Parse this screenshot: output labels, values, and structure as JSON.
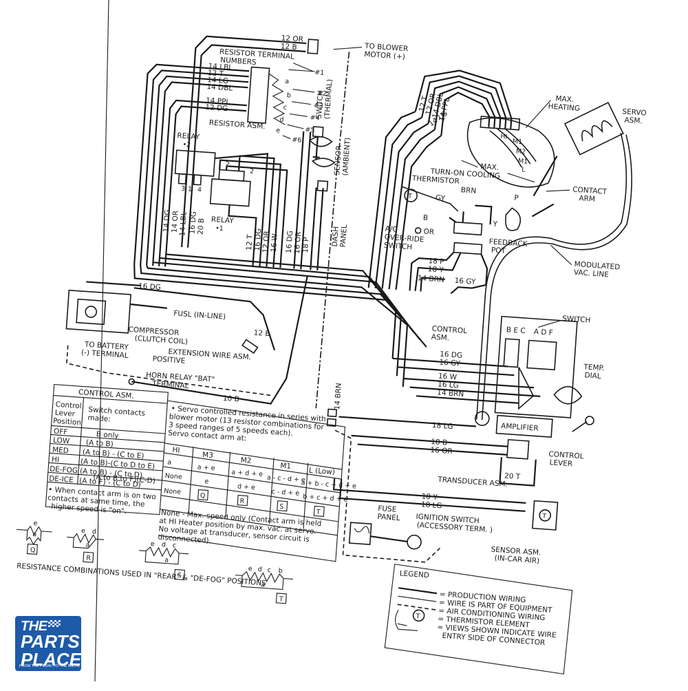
{
  "colors": {
    "paper": "#ffffff",
    "ink": "#1a1a1a",
    "logo_bg": "#1d5aa8",
    "logo_text": "#ffffff"
  },
  "top_wires": {
    "w12or": "12 OR",
    "w12b": "12 B",
    "blower": "TO BLOWER",
    "blower2": "MOTOR (+)",
    "resnum1": "RESISTOR TERMINAL",
    "resnum2": "NUMBERS"
  },
  "resistor_wires": [
    "14 LBL",
    "12 T",
    "14 LG",
    "14 DBL",
    "14 PPL",
    "12 DG"
  ],
  "resistor_terms": [
    "#1",
    "#2",
    "#3",
    "#4",
    "#5",
    "#6"
  ],
  "resistor_letters": [
    "a",
    "b",
    "c",
    "d",
    "e"
  ],
  "labels": {
    "resistor_asm": "RESISTOR ASM.",
    "relay": "RELAY",
    "relay_2": "•2",
    "relay_1a": "RELAY",
    "relay_1b": "•1",
    "switch_thermal": "SWITCH",
    "switch_thermal2": "(THERMAL)",
    "sensor_ambient": "SENSOR",
    "sensor_ambient2": "(AMBIENT)",
    "dash": "DASH",
    "panel": "PANEL",
    "num_1": "1",
    "num_2": "2",
    "num_3": "3",
    "num_4": "4",
    "num_5": "5",
    "servo_wires": [
      "12 T",
      "12 OR",
      "14 DBL",
      "14 PPL",
      "14 LG"
    ],
    "max_heating": "MAX.",
    "max_heating2": "HEATING",
    "servo": "SERVO",
    "servo2": "ASM.",
    "hi": "HI",
    "m1": "M1",
    "m2": "M2",
    "m1b": "M1",
    "lo": "L",
    "max_cooling": "MAX.",
    "turn_on": "TURN-ON COOLING",
    "thermistor": "THERMISTOR",
    "contact": "CONTACT",
    "contact2": "ARM",
    "brn": "BRN",
    "gy": "GY",
    "p": "P",
    "b": "B",
    "y": "Y",
    "or": "OR",
    "t_mark": "T",
    "ac": "A/C",
    "override": "OVER-RIDE",
    "switch_word": "SWITCH",
    "feedback": "FEEDBACK",
    "pot": "POT",
    "modulated": "MODULATED",
    "vac_line": "VAC. LINE",
    "w18p": "18 P",
    "w18y": "18 Y",
    "w14brn": "14 BRN",
    "w16gy": "16 GY",
    "switch_r": "SWITCH",
    "bec": "B E C",
    "adf": "A D F",
    "control_asm": "CONTROL",
    "control_asm2": "ASM.",
    "temp": "TEMP.",
    "dial": "DIAL",
    "w16dg_r": "16 DG",
    "w16gy_r": "16 GY",
    "w16w": "16 W",
    "w16lg": "16 LG",
    "w14brn_r": "14 BRN",
    "w18lg": "18 LG",
    "amplifier": "AMPLIFIER",
    "w18b": "18 B",
    "w16or": "16 OR",
    "control_lever": "CONTROL",
    "control_lever2": "LEVER",
    "w20t": "20 T",
    "transducer": "TRANSDUCER ASM.",
    "w18y_b": "18 Y",
    "w18lg_b": "18 LG",
    "fuse": "FUSE",
    "fuse2": "PANEL",
    "ignition": "IGNITION SWITCH",
    "ignition2": "(ACCESSORY TERM. )",
    "sensor_car": "SENSOR ASM.",
    "sensor_car2": "(IN-CAR AIR)",
    "w16dg_l": "16 DG",
    "fusl": "FUSL (IN-LINE)",
    "w12b_l": "12 B",
    "compressor": "COMPRESSOR",
    "compressor2": "(CLUTCH COIL)",
    "battery": "TO BATTERY",
    "battery2": "(-) TERMINAL",
    "ext": "EXTENSION WIRE ASM.",
    "ext2": "POSITIVE",
    "horn": "HORN RELAY \"BAT\"",
    "horn2": "TERMINAL",
    "w10b": "10 B",
    "w14brn_v": "14 BRN",
    "w14dg": "14 DG",
    "w14or": "14 OR",
    "w14lbl": "14 LBL",
    "w16dg": "16 DG",
    "w20b": "20 B",
    "w12t": "12 T",
    "w16dg2": "16 DG",
    "w12or2": "12 OR",
    "w16w2": "16 W",
    "w16dg3": "16 DG",
    "w16or3": "16 OR",
    "w18p3": "18 P"
  },
  "table": {
    "title": "CONTROL ASM.",
    "col1": [
      "Control",
      "Lever",
      "Position"
    ],
    "col2": [
      "Switch contacts",
      "made:"
    ],
    "rows": [
      {
        "pos": "OFF",
        "contacts": "B only"
      },
      {
        "pos": "LOW",
        "contacts": "(A to B)"
      },
      {
        "pos": "MED",
        "contacts": "(A to B) - (C to E)"
      },
      {
        "pos": "HI",
        "contacts": "(A to B)-(C to D to E)"
      },
      {
        "pos": "DE-FOG",
        "contacts": "(A to B) - (C to D)"
      },
      {
        "pos": "DE-ICE",
        "contacts": "(A to F) - (C to D)"
      }
    ],
    "extra_row": "(A to B to F)(C-D)",
    "note1": "• When contact arm is on two",
    "note2": "contacts at same time, the",
    "note3": "higher speed is \"on\".",
    "servo_note": [
      "• Servo controlled resistance in series with",
      "blower motor (13 resistor combinations for",
      "3 speed ranges of 5 speeds each).",
      "Servo contact arm at:"
    ],
    "speed_headers": [
      "HI",
      "M3",
      "M2",
      "M1",
      "L (Low)"
    ],
    "speed_rows": [
      [
        "a",
        "a + e",
        "a + d + e",
        "a - c - d + e",
        "a + b - c + d + e"
      ],
      [
        "None",
        "e",
        "d + e",
        "c - d + e",
        "b + c + d + e"
      ],
      [
        "None",
        "Q",
        "R",
        "S",
        "T"
      ]
    ],
    "bottom_note": [
      "None - Max. speed only (Contact arm is held",
      "at HI Heater position by max. vac. at servo.",
      "No voltage at transducer, sensor circuit is",
      "disconnected)."
    ],
    "combo_caption": "RESISTANCE COMBINATIONS USED IN \"REAR\" & \"DE-FOG\" POSITIONS",
    "combos": [
      {
        "box": "Q",
        "letters": [
          "e",
          "a"
        ]
      },
      {
        "box": "R",
        "letters": [
          "e",
          "d",
          "a"
        ]
      },
      {
        "box": "S",
        "letters": [
          "e",
          "d",
          "c",
          "a"
        ]
      },
      {
        "box": "T",
        "letters": [
          "e",
          "d",
          "c",
          "b",
          "a"
        ]
      }
    ]
  },
  "legend": {
    "title": "LEGEND",
    "items": [
      "= PRODUCTION WIRING",
      "= WIRE IS PART OF EQUIPMENT",
      "= AIR CONDITIONING WIRING",
      "= THERMISTOR ELEMENT",
      "= VIEWS SHOWN INDICATE WIRE",
      "ENTRY SIDE OF CONNECTOR"
    ],
    "t_symbol": "T"
  },
  "logo": {
    "line1": "THE",
    "line2": "PARTS",
    "line3": "PLACE",
    "tagline": "FROM THE PEDAL TO THE METAL"
  }
}
